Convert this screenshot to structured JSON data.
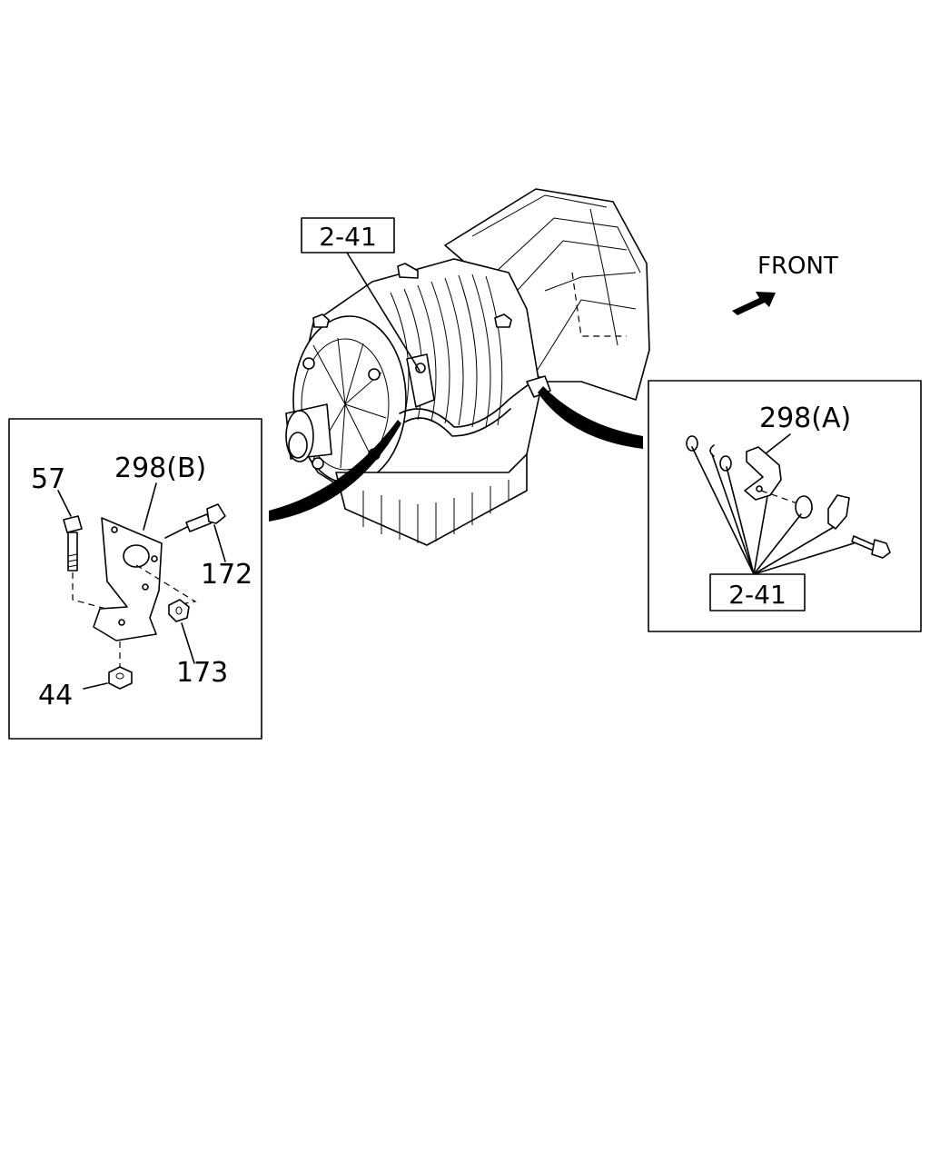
{
  "direction_label": "FRONT",
  "main_callout": "2-41",
  "detail_a": {
    "title": "298(A)",
    "callout": "2-41"
  },
  "detail_b": {
    "title": "298(B)",
    "labels": [
      "57",
      "172",
      "173",
      "44"
    ]
  }
}
